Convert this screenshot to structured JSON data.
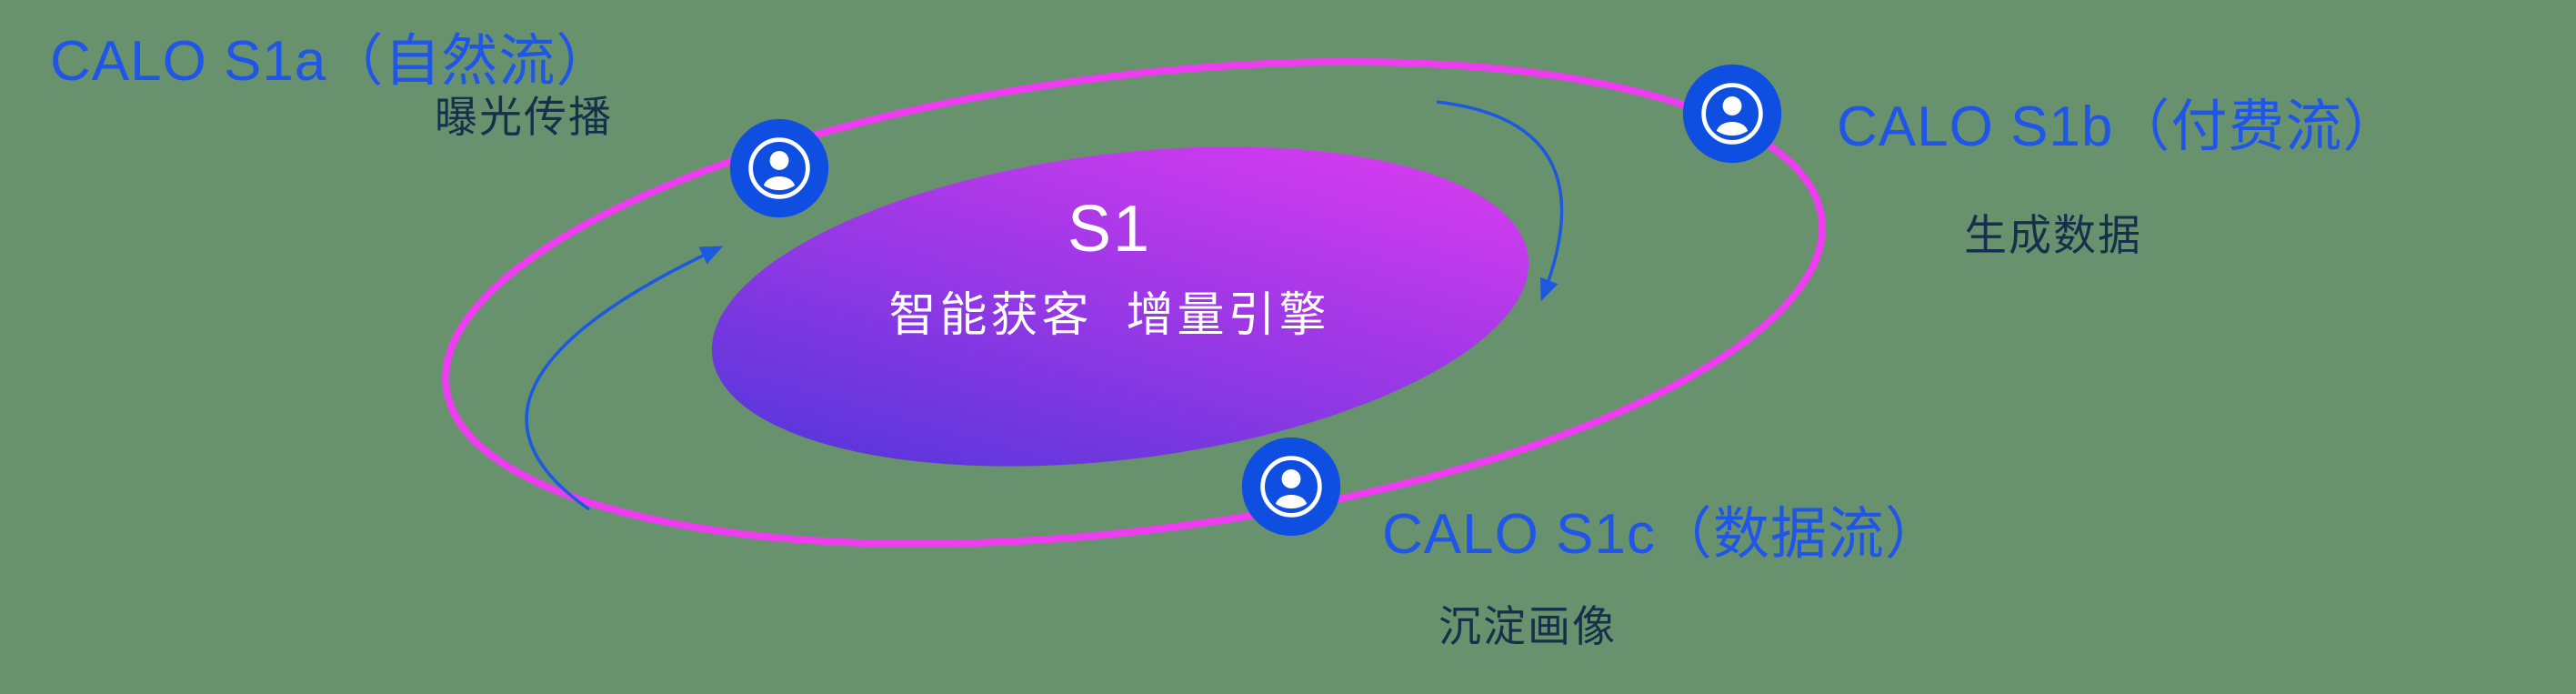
{
  "diagram": {
    "type": "orbit-diagram",
    "background_color": "#68926e",
    "center": {
      "title": "S1",
      "subtitle": "智能获客  增量引擎",
      "gradient_start": "#4a36d8",
      "gradient_mid": "#9c38e6",
      "gradient_end": "#e43cf2"
    },
    "orbit": {
      "ring_color": "#ee3df0",
      "arrow_color": "#1b5ae0"
    },
    "nodes": [
      {
        "id": "s1a",
        "title": "CALO S1a（自然流）",
        "subtitle": "曝光传播",
        "icon": "user-circle-icon"
      },
      {
        "id": "s1b",
        "title": "CALO S1b（付费流）",
        "subtitle": "生成数据",
        "icon": "user-circle-icon"
      },
      {
        "id": "s1c",
        "title": "CALO S1c（数据流）",
        "subtitle": "沉淀画像",
        "icon": "user-circle-icon"
      }
    ],
    "colors": {
      "title_blue": "#2056e8",
      "node_blue": "#0e4fe1",
      "dark_text": "#16304c"
    }
  }
}
